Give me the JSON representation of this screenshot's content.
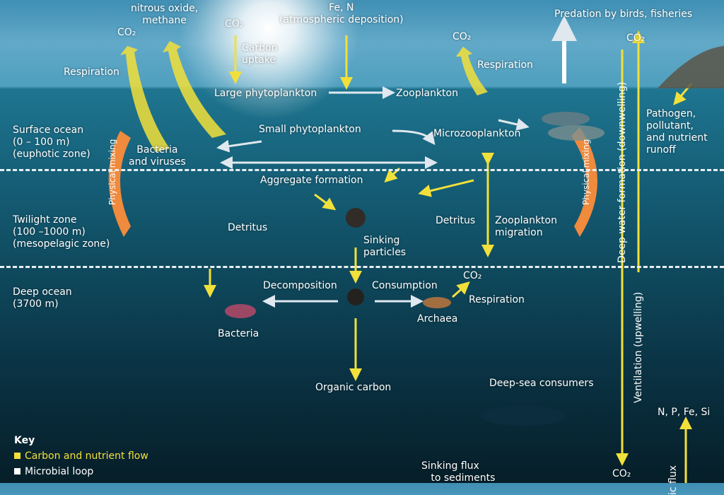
{
  "atmosphere": {
    "gases_label": "nitrous oxide,\nmethane",
    "co2_left": "CO₂",
    "co2_center": "CO₂",
    "carbon_uptake": "Carbon\nuptake",
    "fe_n": "Fe, N\n(atmospheric deposition)",
    "respiration_left": "Respiration",
    "predation": "Predation by birds, fisheries",
    "co2_right_resp": "CO₂",
    "respiration_right": "Respiration",
    "co2_far_right": "CO₂"
  },
  "zones": {
    "surface": "Surface ocean\n(0 – 100 m)\n(euphotic zone)",
    "twilight": "Twilight zone\n(100 –1000 m)\n(mesopelagic zone)",
    "deep": "Deep ocean\n(3700 m)"
  },
  "surface": {
    "large_phyto": "Large phytoplankton",
    "zooplankton": "Zooplankton",
    "small_phyto": "Small phytoplankton",
    "microzoo": "Microzooplankton",
    "bacteria_viruses": "Bacteria\nand viruses",
    "runoff": "Pathogen,\npollutant,\nand nutrient\nrunoff",
    "physical_mixing_left": "Physical mixing",
    "physical_mixing_right": "Physical mixing"
  },
  "twilight": {
    "aggregate": "Aggregate formation",
    "detritus_left": "Detritus",
    "detritus_right": "Detritus",
    "zoo_migration": "Zooplankton\nmigration",
    "sinking": "Sinking\nparticles"
  },
  "deep": {
    "decomposition": "Decomposition",
    "consumption": "Consumption",
    "co2": "CO₂",
    "respiration": "Respiration",
    "bacteria": "Bacteria",
    "archaea": "Archaea",
    "organic_carbon": "Organic carbon",
    "deep_sea_consumers": "Deep-sea consumers",
    "sinking_flux": "Sinking flux\n   to sediments",
    "nutrients": "N, P, Fe, Si",
    "co2_bottom": "CO₂",
    "flux_partial": "ic flux"
  },
  "vertical": {
    "downwelling": "Deep water formation (downwelling)",
    "upwelling": "Ventilation (upwelling)"
  },
  "key": {
    "title": "Key",
    "carbon": "Carbon and nutrient flow",
    "microbial": "Microbial loop"
  },
  "colors": {
    "yellow": "#f2e03a",
    "orange": "#f08a3c",
    "white": "#ffffff"
  }
}
